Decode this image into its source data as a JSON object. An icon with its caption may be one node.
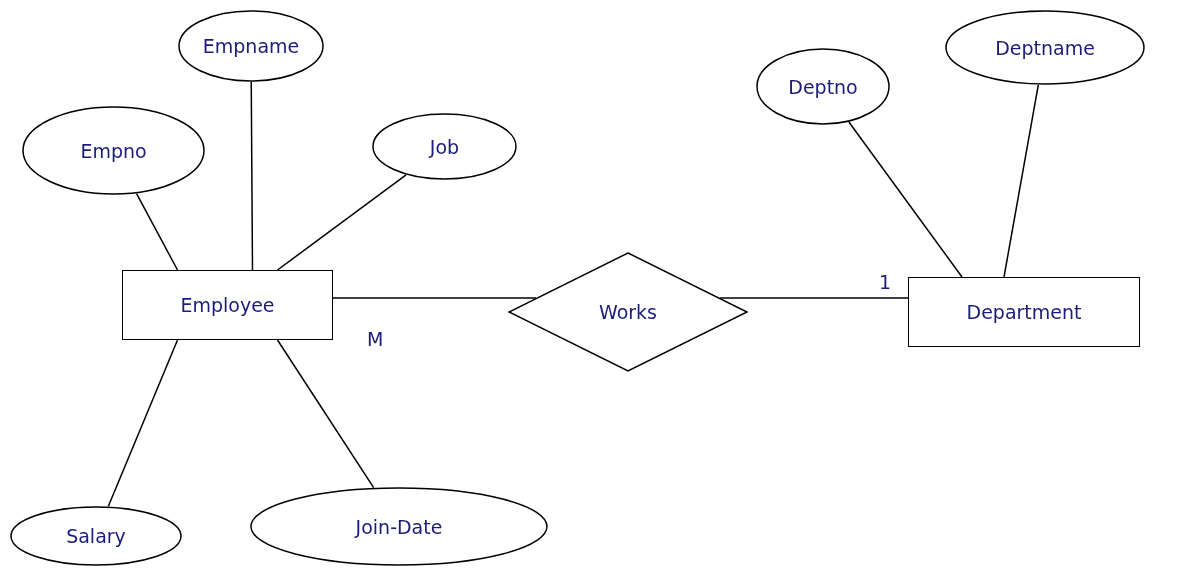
{
  "diagram": {
    "nodes": [
      {
        "text": [
          "Empname"
        ]
      },
      {
        "text": [
          "Deptname"
        ]
      },
      {
        "text": [
          "Deptno"
        ]
      },
      {
        "text": [
          "Empno"
        ]
      },
      {
        "text": [
          "Job"
        ]
      },
      {
        "text": [
          "Employee"
        ]
      },
      {
        "text": [
          "Works"
        ]
      },
      {
        "text": [
          "Department"
        ]
      },
      {
        "text": [
          "Join-Date"
        ]
      },
      {
        "text": [
          "Salary"
        ]
      }
    ],
    "edges": [
      {
        "from": 0,
        "to": 5,
        "arrow": "none"
      },
      {
        "from": 3,
        "to": 5,
        "arrow": "none"
      },
      {
        "from": 4,
        "to": 5,
        "arrow": "none"
      },
      {
        "from": 9,
        "to": 5,
        "arrow": "none"
      },
      {
        "from": 8,
        "to": 5,
        "arrow": "none"
      },
      {
        "from": 5,
        "to": 6,
        "arrow": "none"
      },
      {
        "from": 6,
        "to": 7,
        "arrow": "none"
      },
      {
        "from": 2,
        "to": 7,
        "arrow": "none"
      },
      {
        "from": 1,
        "to": 7,
        "arrow": "none"
      }
    ],
    "labels": [
      "1",
      "M"
    ]
  }
}
